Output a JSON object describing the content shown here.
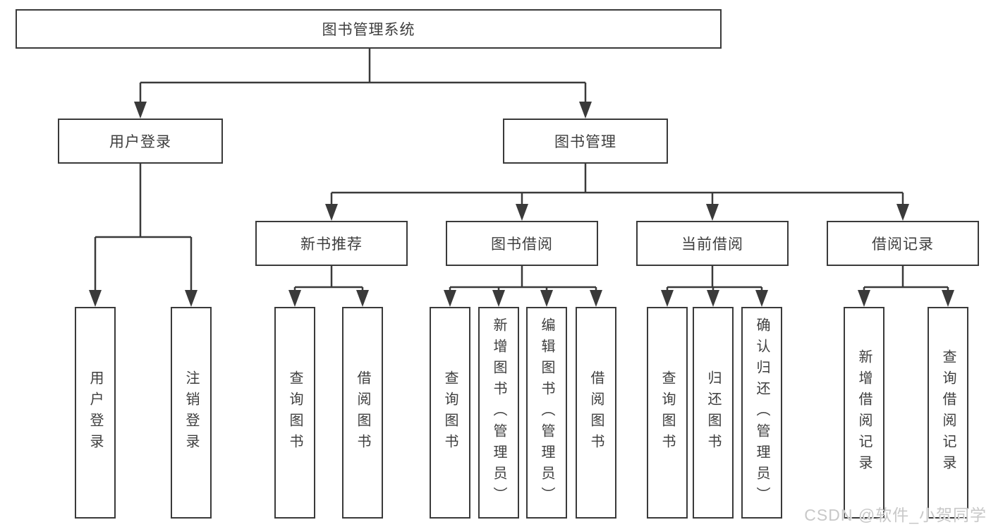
{
  "tree": {
    "label": "图书管理系统",
    "children": [
      {
        "label": "用户登录",
        "children": [
          {
            "label": "用户登录"
          },
          {
            "label": "注销登录"
          }
        ]
      },
      {
        "label": "图书管理",
        "children": [
          {
            "label": "新书推荐",
            "children": [
              {
                "label": "查询图书"
              },
              {
                "label": "借阅图书"
              }
            ]
          },
          {
            "label": "图书借阅",
            "children": [
              {
                "label": "查询图书"
              },
              {
                "label": "新增图书（管理员）"
              },
              {
                "label": "编辑图书（管理员）"
              },
              {
                "label": "借阅图书"
              }
            ]
          },
          {
            "label": "当前借阅",
            "children": [
              {
                "label": "查询图书"
              },
              {
                "label": "归还图书"
              },
              {
                "label": "确认归还（管理员）"
              }
            ]
          },
          {
            "label": "借阅记录",
            "children": [
              {
                "label": "新增借阅记录"
              },
              {
                "label": "查询借阅记录"
              }
            ]
          }
        ]
      }
    ]
  },
  "watermark": "CSDN @软件_小贺同学",
  "colors": {
    "line": "#3a3a3a",
    "box_border": "#3a3a3a",
    "text": "#3e3e3e",
    "background": "#ffffff",
    "watermark": "#c8c8c8"
  }
}
